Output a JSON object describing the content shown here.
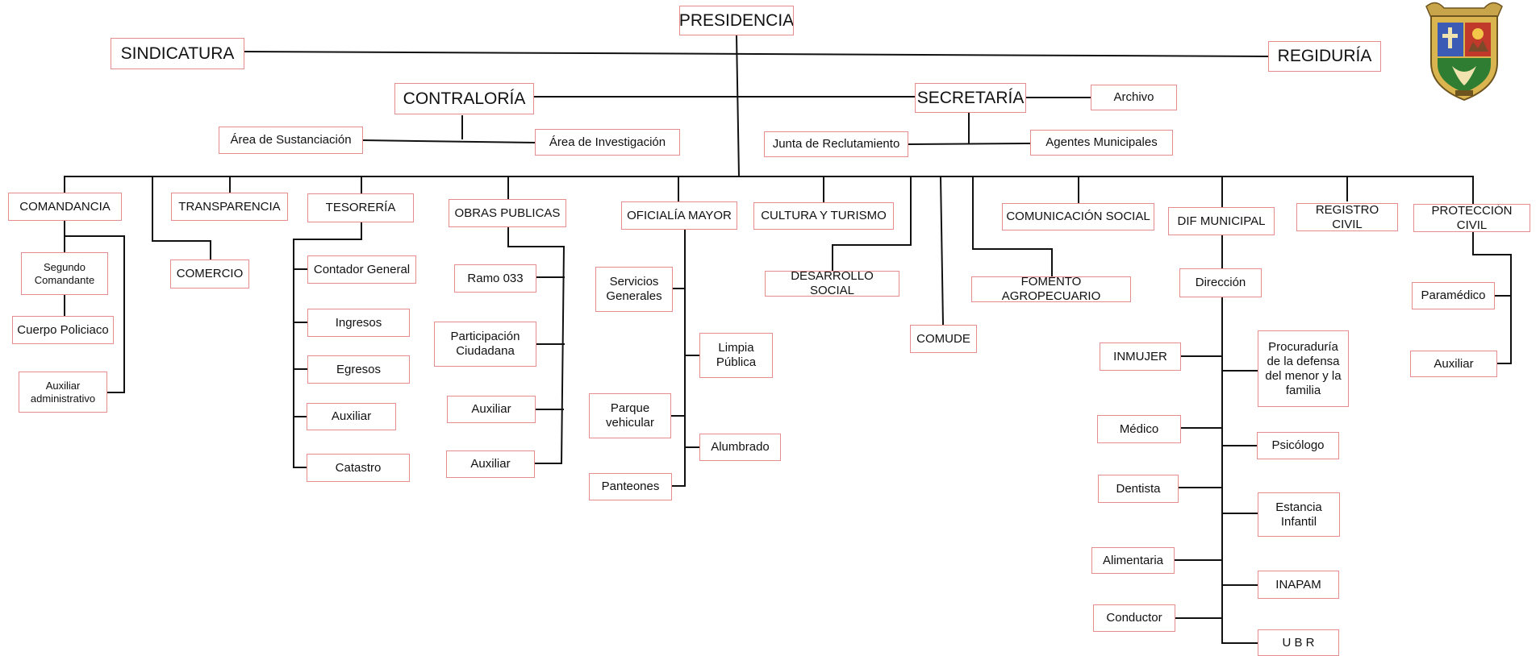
{
  "chart": {
    "nodes": {
      "presidencia": "PRESIDENCIA",
      "sindicatura": "SINDICATURA",
      "regiduria": "REGIDURÍA",
      "contraloria": "CONTRALORÍA",
      "secretaria": "SECRETARÍA",
      "archivo": "Archivo",
      "area_sustanciacion": "Área de  Sustanciación",
      "area_investigacion": "Área de Investigación",
      "junta_reclutamiento": "Junta de Reclutamiento",
      "agentes_municipales": "Agentes Municipales",
      "comandancia": "COMANDANCIA",
      "segundo_comandante": "Segundo Comandante",
      "cuerpo_policiaco": "Cuerpo Policiaco",
      "auxiliar_administrativo": "Auxiliar administrativo",
      "transparencia": "TRANSPARENCIA",
      "comercio": "COMERCIO",
      "tesoreria": "TESORERÍA",
      "contador_general": "Contador General",
      "ingresos": "Ingresos",
      "egresos": "Egresos",
      "auxiliar_tesoreria": "Auxiliar",
      "catastro": "Catastro",
      "obras_publicas": "OBRAS PUBLICAS",
      "ramo_033": "Ramo 033",
      "participacion_ciudadana": "Participación Ciudadana",
      "auxiliar_obras_1": "Auxiliar",
      "auxiliar_obras_2": "Auxiliar",
      "oficialia_mayor": "OFICIALÍA MAYOR",
      "servicios_generales": "Servicios Generales",
      "limpia_publica": "Limpia Pública",
      "parque_vehicular": "Parque vehicular",
      "alumbrado": "Alumbrado",
      "panteones": "Panteones",
      "cultura_turismo": "CULTURA Y TURISMO",
      "desarrollo_social": "DESARROLLO SOCIAL",
      "comude": "COMUDE",
      "comunicacion_social": "COMUNICACIÓN SOCIAL",
      "fomento_agropecuario": "FOMENTO AGROPECUARIO",
      "dif_municipal": "DIF MUNICIPAL",
      "direccion": "Dirección",
      "inmujer": "INMUJER",
      "procuraduria": "Procuraduría de la defensa del menor y la familia",
      "medico": "Médico",
      "psicologo": "Psicólogo",
      "dentista": "Dentista",
      "estancia_infantil": "Estancia Infantil",
      "alimentaria": "Alimentaria",
      "inapam": "INAPAM",
      "conductor": "Conductor",
      "ubr": "U B R",
      "registro_civil": "REGISTRO CIVIL",
      "proteccion_civil": "PROTECCIÓN CIVIL",
      "paramedico": "Paramédico",
      "auxiliar_proteccion": "Auxiliar"
    }
  },
  "colors": {
    "box_border": "#e58d8d",
    "line": "#111111",
    "text": "#111111"
  }
}
